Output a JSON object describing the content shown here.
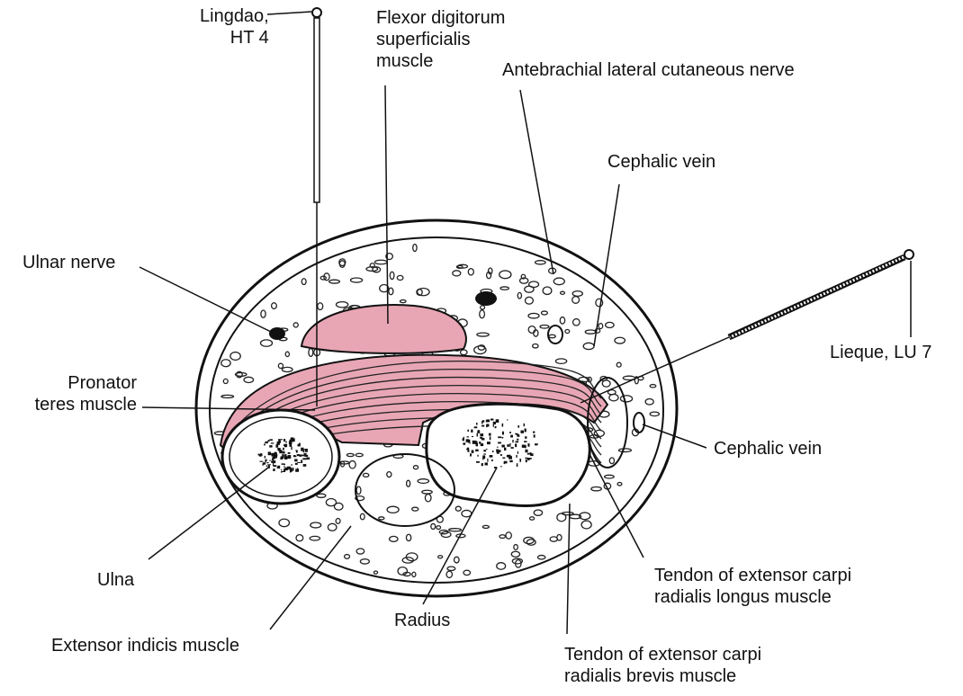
{
  "labels": {
    "lingdao": [
      "Lingdao,",
      "HT 4"
    ],
    "fds": [
      "Flexor digitorum",
      "superficialis",
      "muscle"
    ],
    "ablcn": "Antebrachial lateral cutaneous nerve",
    "cephalic_top": "Cephalic vein",
    "ulnar_nerve": "Ulnar nerve",
    "lieque": "Lieque, LU 7",
    "pronator": [
      "Pronator",
      "teres muscle"
    ],
    "cephalic_right": "Cephalic vein",
    "ulna": "Ulna",
    "radius": "Radius",
    "extensor_indicis": "Extensor indicis muscle",
    "ecrl": [
      "Tendon of extensor carpi",
      "radialis longus muscle"
    ],
    "ecrb": [
      "Tendon of extensor carpi",
      "radialis brevis muscle"
    ]
  },
  "colors": {
    "muscle_highlight": "#e8a6b4",
    "line": "#111111"
  }
}
